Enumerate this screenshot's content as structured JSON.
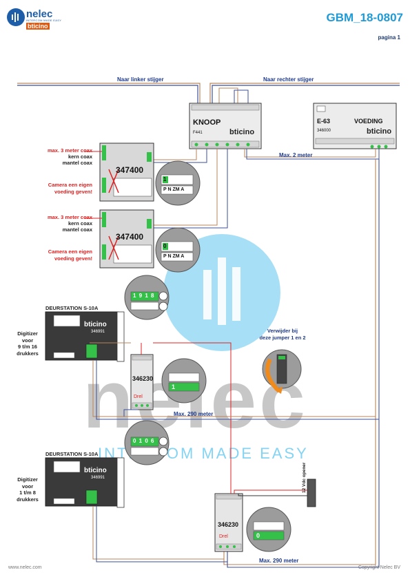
{
  "header": {
    "brand_name": "nelec",
    "brand_tagline": "INTERCOM MADE EASY",
    "brand_partner": "bticino",
    "doc_code": "GBM_18-0807",
    "page_label": "pagina 1"
  },
  "routes": {
    "left_riser": "Naar linker stijger",
    "right_riser": "Naar rechter stijger"
  },
  "button_module": {
    "label": "KNOOP",
    "part": "F441",
    "brand": "bticino"
  },
  "power_supply": {
    "label": "E-63",
    "title": "VOEDING",
    "part": "346000",
    "brand": "bticino",
    "distance": "Max. 2 meter"
  },
  "video_modules": [
    {
      "part": "347400",
      "coax_limit": "max. 3 meter coax",
      "coax_core": "kern coax",
      "coax_shield": "mantel coax",
      "camera_note_1": "Camera een eigen",
      "camera_note_2": "voeding geven!",
      "setting": "1",
      "terminals": "P N ZM A"
    },
    {
      "part": "347400",
      "coax_limit": "max. 3 meter coax",
      "coax_core": "kern coax",
      "coax_shield": "mantel coax",
      "camera_note_1": "Camera een eigen",
      "camera_note_2": "voeding geven!",
      "setting": "0",
      "terminals": "P N ZM A"
    }
  ],
  "door_stations": [
    {
      "title": "DEURSTATION S-10A",
      "part": "346991",
      "brand": "bticino",
      "digitizer_1": "Digitizer",
      "digitizer_2": "voor",
      "digitizer_3": "9 t/m 16",
      "digitizer_4": "drukkers",
      "setting": "1 9 1 8"
    },
    {
      "title": "DEURSTATION S-10A",
      "part": "346991",
      "brand": "bticino",
      "digitizer_1": "Digitizer",
      "digitizer_2": "voor",
      "digitizer_3": "1 t/m 8",
      "digitizer_4": "drukkers",
      "setting": "0 1 0 6"
    }
  ],
  "relay_modules": [
    {
      "part": "346230",
      "brand": "Drel",
      "distance": "Max. 290 meter",
      "setting": "1"
    },
    {
      "part": "346230",
      "brand": "Drel",
      "distance": "Max. 290 meter",
      "setting": "0"
    }
  ],
  "jumper_note": {
    "line_1": "Verwijder bij",
    "line_2": "deze jumper 1 en 2"
  },
  "door_opener": "12 Vdc opener",
  "watermark": {
    "word": "nelec",
    "slogan": "INTERCOM MADE EASY"
  },
  "footer": {
    "website": "www.nelec.com",
    "copyright": "Copyright Nelec BV"
  },
  "colors": {
    "wire_brown": "#b9865a",
    "wire_blue": "#3b4f9a",
    "wire_red": "#e02020",
    "accent_green": "#35c04a",
    "title_blue": "#1e9ad6"
  }
}
